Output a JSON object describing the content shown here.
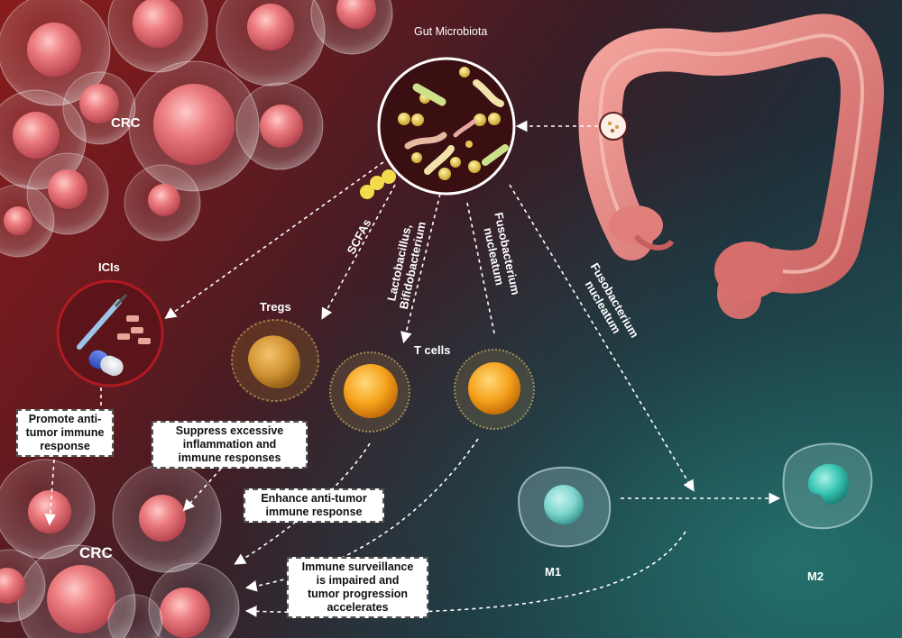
{
  "labels": {
    "gut_microbiota": "Gut Microbiota",
    "crc_top": "CRC",
    "crc_bottom": "CRC",
    "icis": "ICIs",
    "tregs": "Tregs",
    "t_cells": "T cells",
    "m1": "M1",
    "m2": "M2"
  },
  "pathways": {
    "scfas": "SCFAs",
    "lactobacillus_1": "Lactobacillus,",
    "lactobacillus_2": "Bifidobacterium",
    "fuso_a_1": "Fusobacterium",
    "fuso_a_2": "nucleatum",
    "fuso_b_1": "Fusobacterium",
    "fuso_b_2": "nucleatum"
  },
  "boxes": {
    "promote": [
      "Promote anti-",
      "tumor immune",
      "response"
    ],
    "suppress": [
      "Suppress excessive",
      "inflammation and",
      "immune responses"
    ],
    "enhance": [
      "Enhance anti-tumor",
      "immune response"
    ],
    "surveillance": [
      "Immune surveillance",
      "is impaired and",
      "tumor progression",
      "accelerates"
    ]
  },
  "colors": {
    "bg_red": "#8a1c1c",
    "bg_teal": "#1d4a4c",
    "tumor_cell": "#e8737a",
    "t_cell_core": "#f0a020",
    "m1_core": "#7fd6cf",
    "m2_core": "#35c2b0",
    "colon": "#e78a86"
  }
}
